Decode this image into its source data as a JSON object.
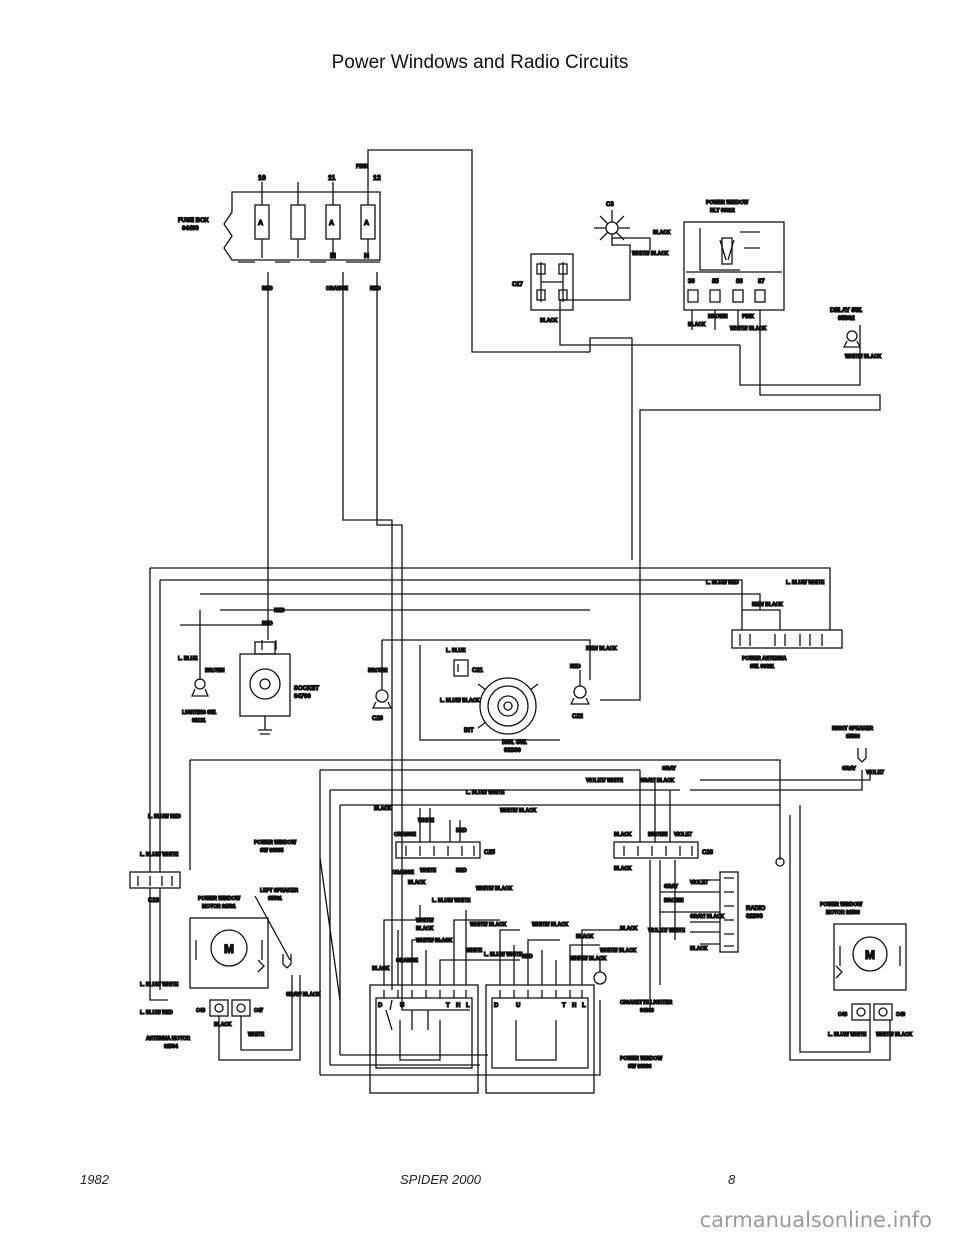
{
  "page": {
    "title": "Power Windows and Radio Circuits",
    "footer_year": "1982",
    "footer_model": "SPIDER 2000",
    "footer_page": "8",
    "watermark": "carmanualsonline.info"
  },
  "components": {
    "fuse_box": [
      "FUSE BOX",
      "04400"
    ],
    "fuse_numbers": [
      "10",
      "11",
      "12"
    ],
    "fuse_letters": [
      "A",
      "A",
      "A",
      "M",
      "N"
    ],
    "c3": "C3",
    "c17": "C17",
    "relay": [
      "POWER WINDOW",
      "RLY 00812"
    ],
    "relay_pins": [
      "30",
      "85",
      "86",
      "87"
    ],
    "delay_sw": [
      "DELAY SW.",
      "05302"
    ],
    "power_antenna_sw": [
      "POWER ANTENNA",
      "SW. 03311"
    ],
    "socket": [
      "SOCKET",
      "04700"
    ],
    "lighting_sw": [
      "LIGHTING SW.",
      "01121"
    ],
    "c20": "C20",
    "c21": "C21",
    "c22": "C22",
    "ign_sw": [
      "IGN. SW.",
      "03300"
    ],
    "int": "INT",
    "right_speaker": [
      "RIGHT SPEAKER",
      "05500"
    ],
    "pw_sw_left": [
      "POWER WINDOW",
      "SW 03305"
    ],
    "left_speaker": [
      "LEFT SPEAKER",
      "05501"
    ],
    "pw_motor_left": [
      "POWER WINDOW",
      "MOTOR 01501"
    ],
    "c25": "C25",
    "c26": "C26",
    "c18": "C18",
    "radio": [
      "RADIO",
      "02800"
    ],
    "pw_motor_right": [
      "POWER WINDOW",
      "MOTOR 01500"
    ],
    "c46": "C46",
    "c47": "C47",
    "c48": "C48",
    "c49": "C49",
    "antenna_motor": [
      "ANTENNA MOTOR",
      "01504"
    ],
    "cigarette_lighter": [
      "CIGARETTE LIGHTER",
      "04600"
    ],
    "pw_sw_right": [
      "POWER WINDOW",
      "SW 03306"
    ],
    "switch_letters": [
      "D",
      "U",
      "T",
      "H",
      "L"
    ],
    "motor_symbol": "M"
  },
  "wire_labels": {
    "pink": "PINK",
    "red": "RED",
    "orange": "ORANGE",
    "black": "BLACK",
    "white_black": "WHITE/ BLACK",
    "brown": "BROWN",
    "l_blue": "L. BLUE",
    "l_blue_red": "L. BLUE/ RED",
    "l_blue_white": "L. BLUE/ WHITE",
    "l_blue_black": "L. BLUE/ BLACK",
    "red_black": "RED/ BLACK",
    "violet_white": "VIOLET/ WHITE",
    "gray_black": "GRAY/ BLACK",
    "gray": "GRAY",
    "violet": "VIOLET",
    "white": "WHITE",
    "white_slash": "WHITE/"
  }
}
